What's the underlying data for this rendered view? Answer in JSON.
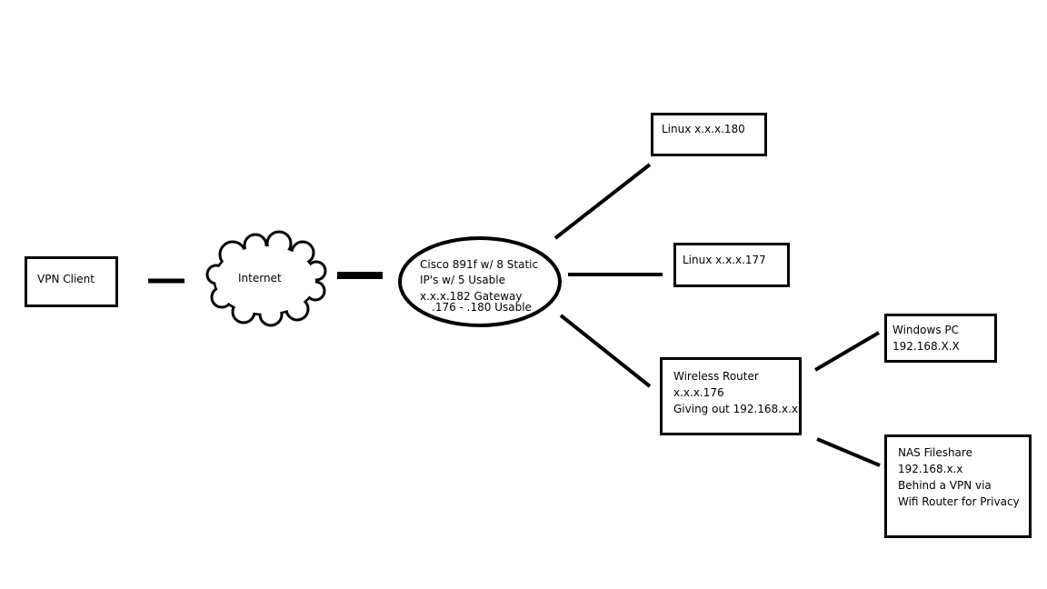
{
  "nodes": {
    "vpn_client": {
      "lines": [
        "VPN Client"
      ]
    },
    "internet": {
      "lines": [
        "Internet"
      ]
    },
    "cisco": {
      "lines": [
        "Cisco 891f w/ 8 Static",
        "IP's w/ 5 Usable",
        "x.x.x.182  Gateway",
        ".176 - .180 Usable"
      ]
    },
    "linux_180": {
      "lines": [
        "Linux x.x.x.180"
      ]
    },
    "linux_177": {
      "lines": [
        "Linux x.x.x.177"
      ]
    },
    "wireless_router": {
      "lines": [
        "Wireless Router",
        "x.x.x.176",
        "Giving out 192.168.x.x"
      ]
    },
    "windows_pc": {
      "lines": [
        "Windows PC",
        "192.168.X.X"
      ]
    },
    "nas_fileshare": {
      "lines": [
        "NAS Fileshare",
        "192.168.x.x",
        "Behind a VPN via",
        "Wifi Router for Privacy"
      ]
    }
  },
  "colors": {
    "stroke": "#000000",
    "background": "#ffffff"
  }
}
